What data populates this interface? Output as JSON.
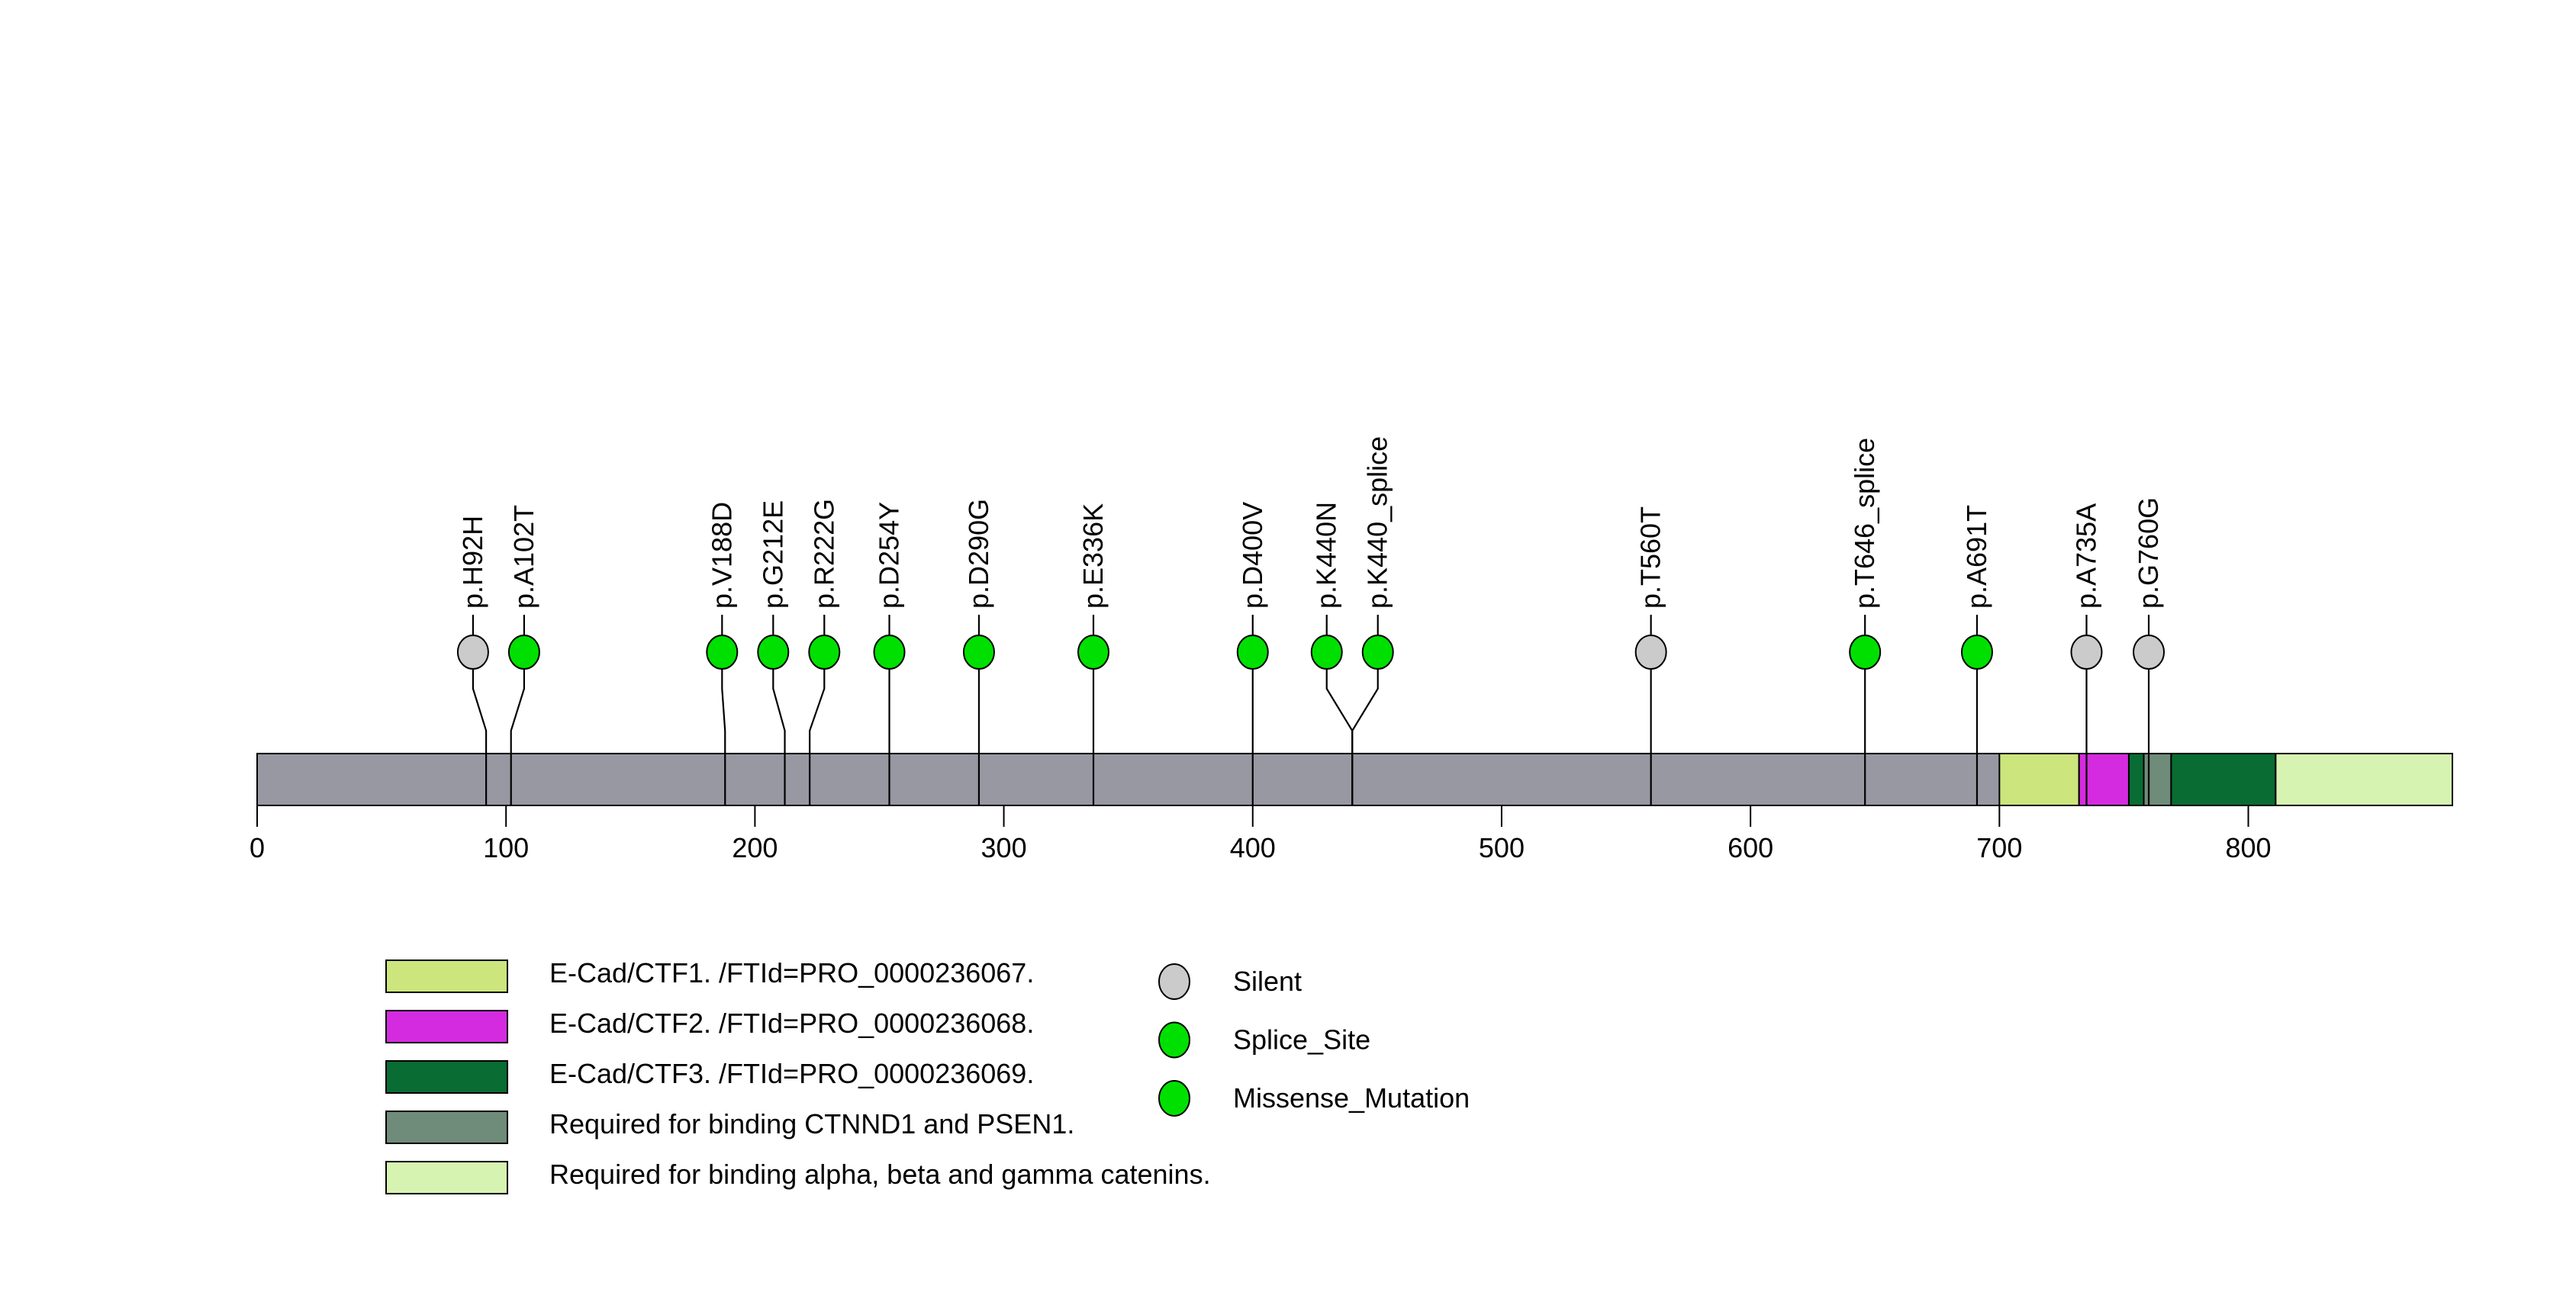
{
  "chart_data": {
    "type": "lollipop",
    "title": "",
    "xlabel": "",
    "protein_length_aa": 882,
    "axis": {
      "tick_values": [
        0,
        100,
        200,
        300,
        400,
        500,
        600,
        700,
        800
      ],
      "tick_labels": [
        "0",
        "100",
        "200",
        "300",
        "400",
        "500",
        "600",
        "700",
        "800"
      ],
      "range": [
        0,
        882
      ]
    },
    "protein_bar_color": "#9798a2",
    "outline_color": "#000000",
    "domain_classes": {
      "ctf1": {
        "color": "#cce57c",
        "label": "E-Cad/CTF1. /FTId=PRO_0000236067."
      },
      "ctf2": {
        "color": "#d52be0",
        "label": "E-Cad/CTF2. /FTId=PRO_0000236068."
      },
      "ctf3": {
        "color": "#096c32",
        "label": "E-Cad/CTF3. /FTId=PRO_0000236069."
      },
      "ctnnd1_psen1": {
        "color": "#6f8b79",
        "label": "Required for binding CTNND1 and PSEN1."
      },
      "catenin_binding": {
        "color": "#d7f3b2",
        "label": "Required for binding alpha, beta and gamma catenins."
      }
    },
    "domain_segments": [
      {
        "class": "ctf1",
        "start": 700,
        "end": 732
      },
      {
        "class": "ctf2",
        "start": 732,
        "end": 752
      },
      {
        "class": "ctf3",
        "start": 752,
        "end": 758
      },
      {
        "class": "ctnnd1_psen1",
        "start": 758,
        "end": 769
      },
      {
        "class": "ctf3",
        "start": 769,
        "end": 811
      },
      {
        "class": "catenin_binding",
        "start": 811,
        "end": 882
      }
    ],
    "mutation_types": {
      "Silent": "#cbcbcb",
      "Splice_Site": "#00e000",
      "Missense_Mutation": "#00e000"
    },
    "mutations": [
      {
        "label": "p.H92H",
        "position": 92,
        "type": "Silent"
      },
      {
        "label": "p.A102T",
        "position": 102,
        "type": "Missense_Mutation"
      },
      {
        "label": "p.V188D",
        "position": 188,
        "type": "Missense_Mutation"
      },
      {
        "label": "p.G212E",
        "position": 212,
        "type": "Missense_Mutation"
      },
      {
        "label": "p.R222G",
        "position": 222,
        "type": "Missense_Mutation"
      },
      {
        "label": "p.D254Y",
        "position": 254,
        "type": "Missense_Mutation"
      },
      {
        "label": "p.D290G",
        "position": 290,
        "type": "Missense_Mutation"
      },
      {
        "label": "p.E336K",
        "position": 336,
        "type": "Missense_Mutation"
      },
      {
        "label": "p.D400V",
        "position": 400,
        "type": "Missense_Mutation"
      },
      {
        "label": "p.K440N",
        "position": 440,
        "type": "Missense_Mutation"
      },
      {
        "label": "p.K440_splice",
        "position": 440,
        "type": "Splice_Site"
      },
      {
        "label": "p.T560T",
        "position": 560,
        "type": "Silent"
      },
      {
        "label": "p.T646_splice",
        "position": 646,
        "type": "Splice_Site"
      },
      {
        "label": "p.A691T",
        "position": 691,
        "type": "Missense_Mutation"
      },
      {
        "label": "p.A735A",
        "position": 735,
        "type": "Silent"
      },
      {
        "label": "p.G760G",
        "position": 760,
        "type": "Silent"
      }
    ],
    "legend": {
      "domain_entries": [
        "ctf1",
        "ctf2",
        "ctf3",
        "ctnnd1_psen1",
        "catenin_binding"
      ],
      "mutation_entries": [
        {
          "type": "Silent",
          "label": "Silent"
        },
        {
          "type": "Splice_Site",
          "label": "Splice_Site"
        },
        {
          "type": "Missense_Mutation",
          "label": "Missense_Mutation"
        }
      ]
    }
  }
}
